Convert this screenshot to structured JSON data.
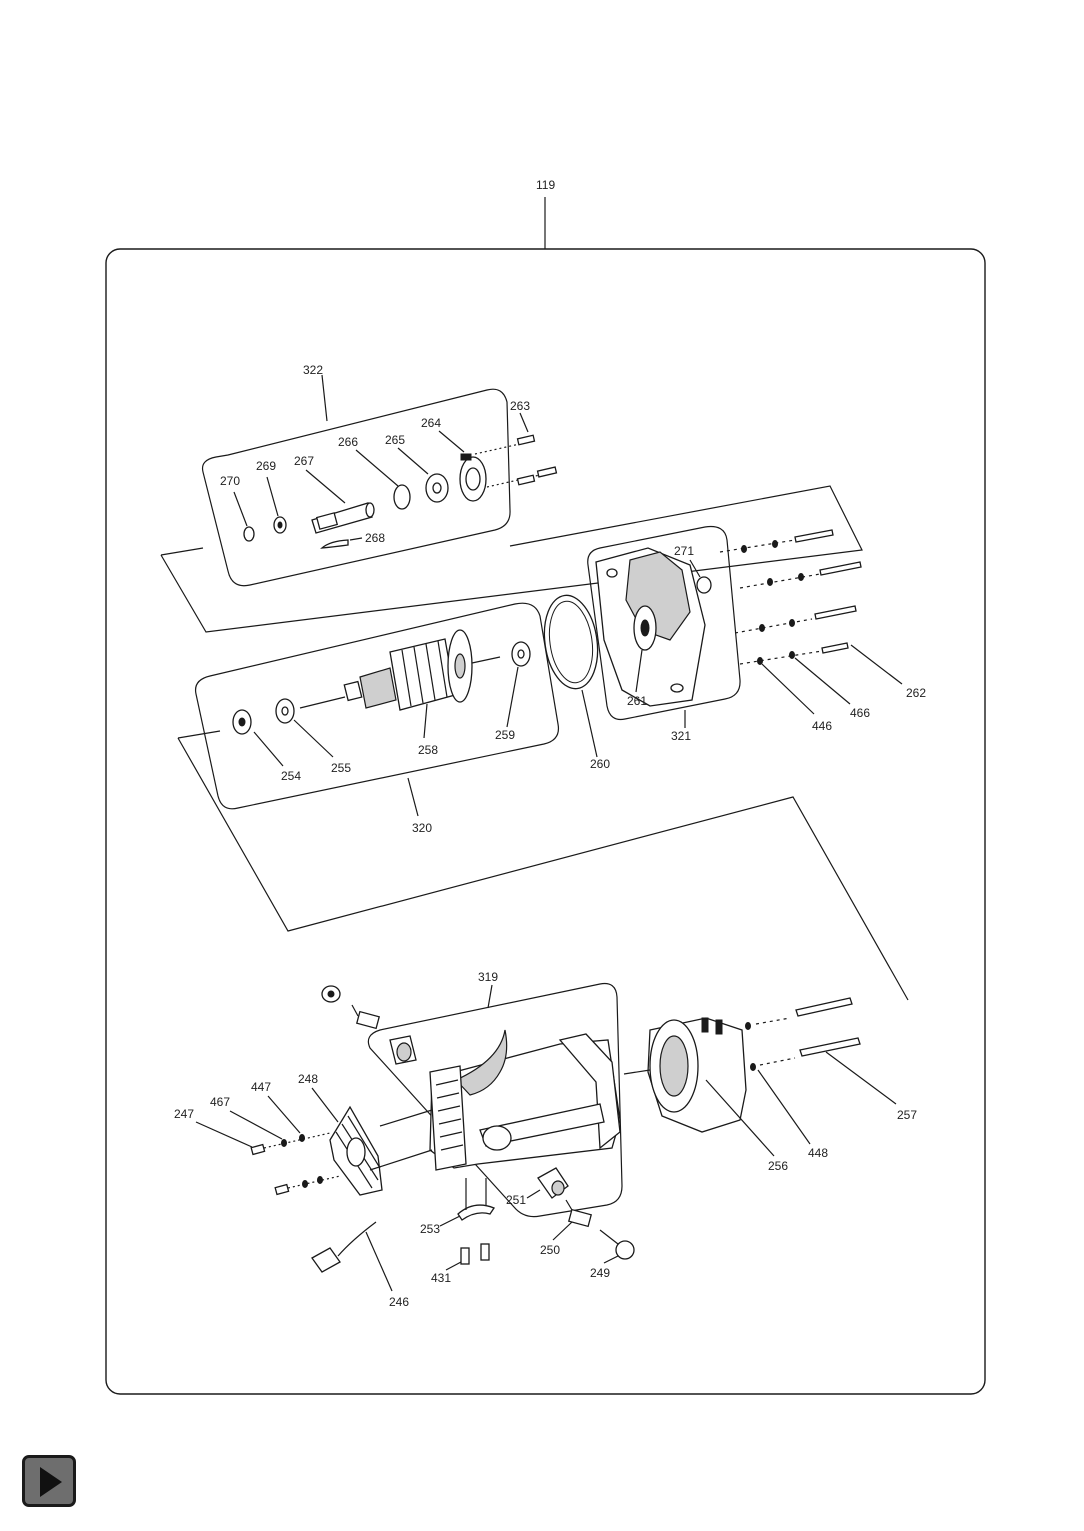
{
  "labels": {
    "l119": "119",
    "l322": "322",
    "l263": "263",
    "l264": "264",
    "l265": "265",
    "l266": "266",
    "l267": "267",
    "l269": "269",
    "l270": "270",
    "l268": "268",
    "l271": "271",
    "l261": "261",
    "l321": "321",
    "l262": "262",
    "l466": "466",
    "l446": "446",
    "l260": "260",
    "l259": "259",
    "l258": "258",
    "l255": "255",
    "l254": "254",
    "l320": "320",
    "l319": "319",
    "l248": "248",
    "l447": "447",
    "l467": "467",
    "l247": "247",
    "l251": "251",
    "l253": "253",
    "l431": "431",
    "l246": "246",
    "l250": "250",
    "l249": "249",
    "l256": "256",
    "l448": "448",
    "l257": "257"
  },
  "icons": {
    "next": "play-triangle-icon"
  },
  "colors": {
    "line": "#1a1a1a",
    "button_bg": "#6e6e6e"
  }
}
